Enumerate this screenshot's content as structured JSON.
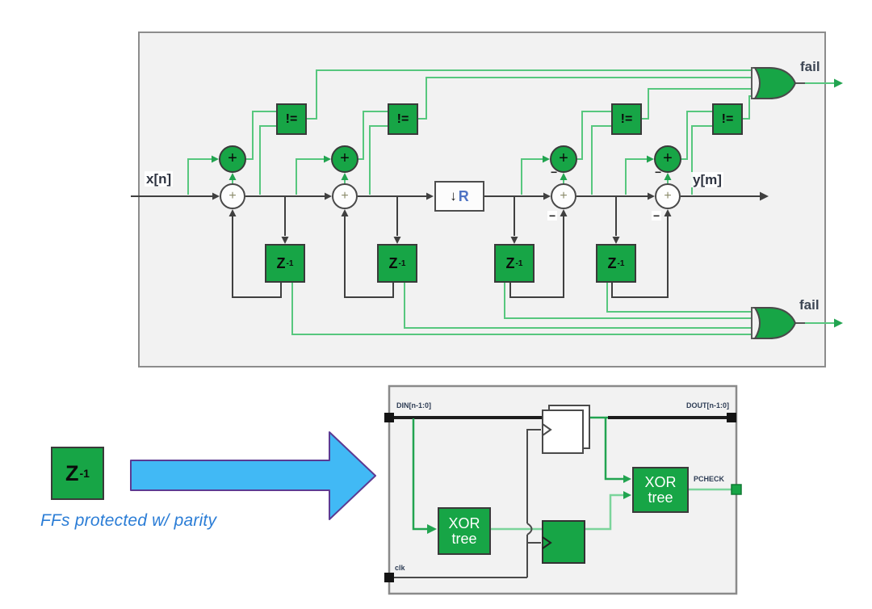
{
  "top_diagram": {
    "title_semantic": "CIC decimation filter with parity prediction and fail detection",
    "input_label": "x[n]",
    "output_label": "y[m]",
    "fail_label": "fail",
    "neq_label": "!=",
    "plus_label": "+",
    "minus_label": "−",
    "delay": {
      "base": "Z",
      "exp": "-1"
    },
    "downsampler": {
      "arrow": "↓",
      "factor": "R"
    }
  },
  "legend": {
    "delay": {
      "base": "Z",
      "exp": "-1"
    },
    "caption": "FFs protected w/ parity"
  },
  "detail_diagram": {
    "din_label": "DIN[n-1:0]",
    "dout_label": "DOUT[n-1:0]",
    "clk_label": "clk",
    "pcheck_label": "PCHECK",
    "xor_line1": "XOR",
    "xor_line2": "tree"
  },
  "colors": {
    "block_green": "#17a546",
    "wire_green_light": "#7bd49b",
    "wire_green": "#57c77e",
    "arrow_green": "#22a450",
    "wire_black": "#404040",
    "box_fill": "#f2f2f2",
    "box_border": "#8c8c8c",
    "legend_arrow_fill": "#41b9f5",
    "legend_arrow_border": "#5c3a92",
    "caption_blue": "#2b7dd6"
  }
}
